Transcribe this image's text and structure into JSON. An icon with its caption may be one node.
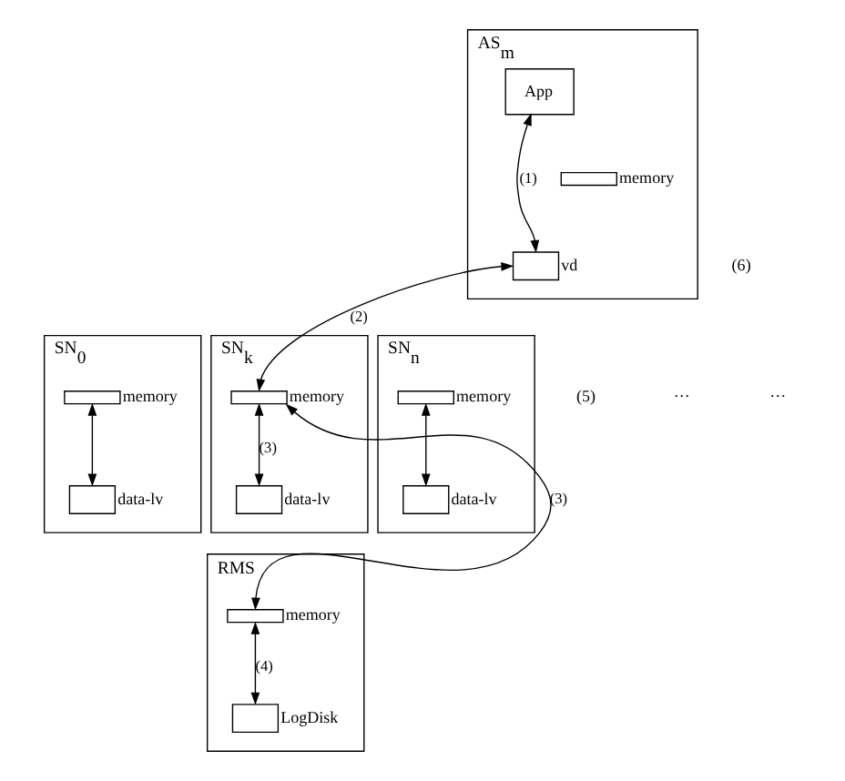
{
  "diagram": {
    "nodes": [
      {
        "text": [
          "AS$_{m}$"
        ]
      },
      {
        "text": [
          "App"
        ],
        "in": 0
      },
      {
        "text": [],
        "shape": "box",
        "beside": [
          "memory"
        ],
        "in": 0
      },
      {
        "text": [],
        "shape": "box",
        "beside": [
          "vd"
        ],
        "in": 0
      },
      {
        "text": [
          "SN$_{0}$"
        ]
      },
      {
        "text": [],
        "shape": "box",
        "beside": [
          "memory"
        ],
        "in": 4
      },
      {
        "text": [],
        "shape": "box",
        "beside": [
          "data-lv"
        ],
        "in": 4
      },
      {
        "text": [
          "SN$_{k}$"
        ]
      },
      {
        "text": [],
        "shape": "box",
        "beside": [
          "memory"
        ],
        "in": 7
      },
      {
        "text": [],
        "shape": "box",
        "beside": [
          "data-lv"
        ],
        "in": 7
      },
      {
        "text": [
          "SN$_{n}$"
        ]
      },
      {
        "text": [],
        "shape": "box",
        "beside": [
          "memory"
        ],
        "in": 10
      },
      {
        "text": [],
        "shape": "box",
        "beside": [
          "data-lv"
        ],
        "in": 10
      },
      {
        "text": [
          "RMS"
        ]
      },
      {
        "text": [],
        "shape": "box",
        "beside": [
          "memory"
        ],
        "in": 13
      },
      {
        "text": [],
        "shape": "box",
        "beside": [
          "LogDisk"
        ],
        "in": 13
      }
    ],
    "edges": [
      {
        "from": 1,
        "to": 3,
        "arrow": "both",
        "label": "(1)"
      },
      {
        "from": 3,
        "to": 8,
        "arrow": "both",
        "label": "(2)"
      },
      {
        "from": 5,
        "to": 6,
        "arrow": "both"
      },
      {
        "from": 8,
        "to": 9,
        "arrow": "both",
        "label": "(3)"
      },
      {
        "from": 14,
        "to": 8,
        "arrow": "both",
        "label": "(3)"
      },
      {
        "from": 11,
        "to": 12,
        "arrow": "both"
      },
      {
        "from": 14,
        "to": 15,
        "arrow": "both",
        "label": "(4)"
      }
    ],
    "labels": [
      "(6)",
      "(5)",
      "···",
      "···"
    ]
  }
}
